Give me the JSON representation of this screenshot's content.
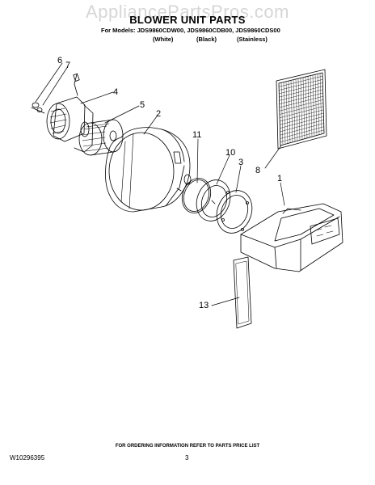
{
  "watermark": "AppliancePartsPros.com",
  "title": "BLOWER UNIT PARTS",
  "models_line": "For Models: JDS9860CDW00, JDS9860CDB00, JDS9860CDS00",
  "variants": [
    "(White)",
    "(Black)",
    "(Stainless)"
  ],
  "callouts": {
    "c6": "6",
    "c7": "7",
    "c4": "4",
    "c5": "5",
    "c2": "2",
    "c11": "11",
    "c10": "10",
    "c3": "3",
    "c8": "8",
    "c1": "1",
    "c13": "13"
  },
  "footer": {
    "ordering_note": "FOR ORDERING INFORMATION REFER TO PARTS PRICE LIST",
    "document_code": "W10296395",
    "page_number": "3"
  }
}
